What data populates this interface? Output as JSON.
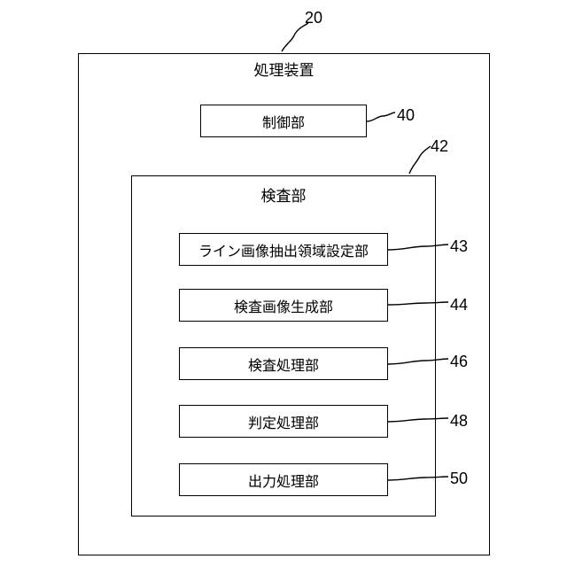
{
  "device": {
    "ref": "20",
    "title": "処理装置"
  },
  "control": {
    "ref": "40",
    "label": "制御部"
  },
  "inspection": {
    "ref": "42",
    "title": "検査部",
    "units": [
      {
        "ref": "43",
        "label": "ライン画像抽出領域設定部"
      },
      {
        "ref": "44",
        "label": "検査画像生成部"
      },
      {
        "ref": "46",
        "label": "検査処理部"
      },
      {
        "ref": "48",
        "label": "判定処理部"
      },
      {
        "ref": "50",
        "label": "出力処理部"
      }
    ]
  }
}
